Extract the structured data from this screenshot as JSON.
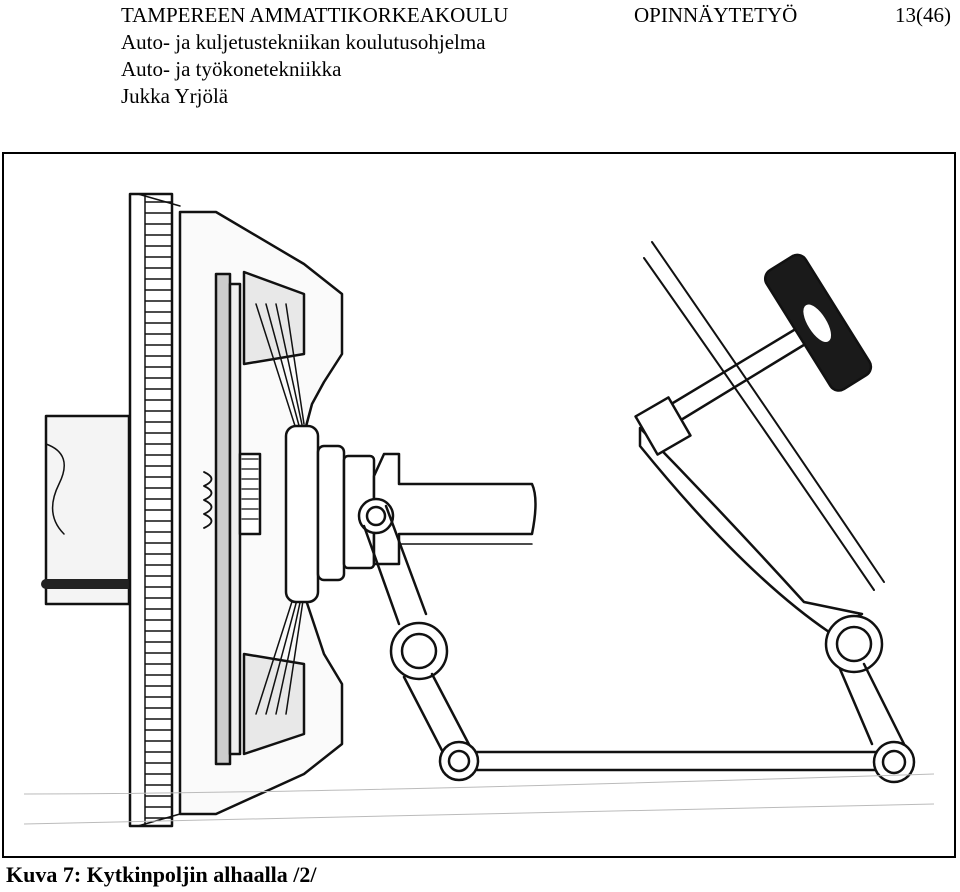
{
  "header": {
    "institution": "TAMPEREEN AMMATTIKORKEAKOULU",
    "program": "Auto- ja kuljetustekniikan koulutusohjelma",
    "specialization": "Auto- ja työkonetekniikka",
    "author": "Jukka Yrjölä",
    "doc_type": "OPINNÄYTETYÖ",
    "page": "13(46)"
  },
  "figure": {
    "caption": "Kuva 7: Kytkinpoljin alhaalla /2/"
  }
}
